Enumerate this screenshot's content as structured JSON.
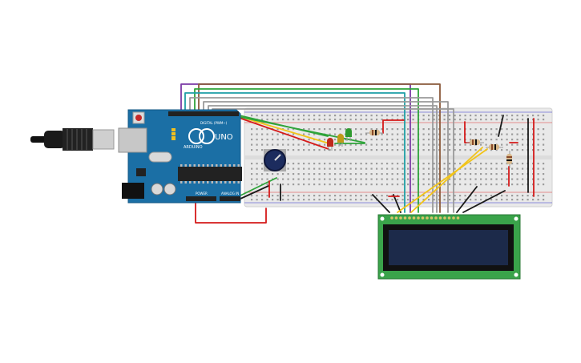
{
  "arduino": {
    "model": "UNO",
    "brand": "ARDUINO",
    "digital_label": "DIGITAL (PWM~)",
    "power_label": "POWER",
    "analog_label": "ANALOG IN",
    "board_color": "#1b6fa5"
  },
  "colors": {
    "breadboard": "#e9e9e9",
    "wire_red": "#d51a1a",
    "wire_black": "#1a1a1a",
    "wire_green": "#2fa43a",
    "wire_yellow": "#f2c418",
    "wire_purple": "#7b3aa6",
    "wire_brown": "#8a5a3b",
    "wire_teal": "#1d9fa6",
    "wire_gray": "#9a9a9a",
    "lcd_pcb": "#3aa34a",
    "lcd_screen": "#1c2a4a"
  },
  "leds": [
    {
      "color": "#c0281c"
    },
    {
      "color": "#c09a18"
    },
    {
      "color": "#2f9a2f"
    }
  ]
}
